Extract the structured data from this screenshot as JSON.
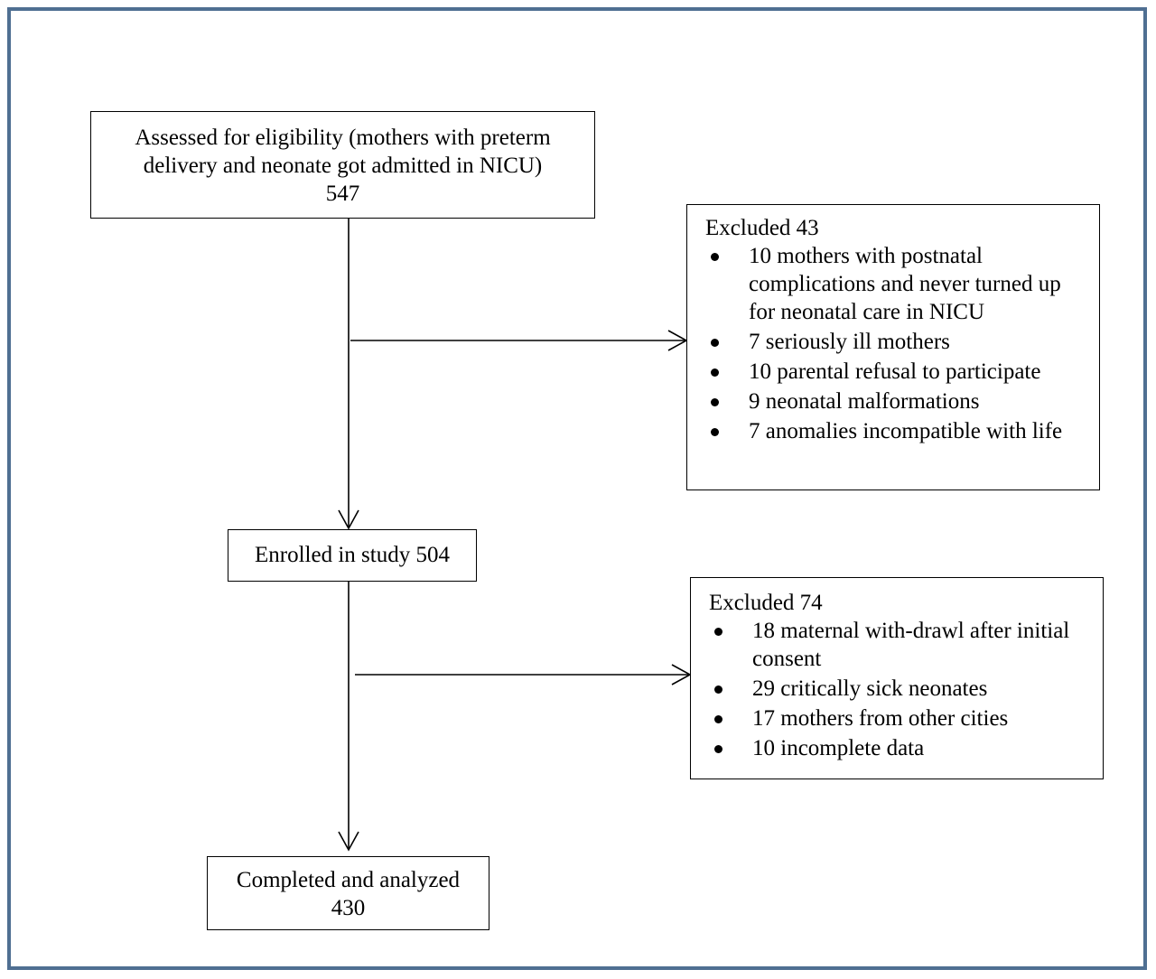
{
  "flowchart": {
    "assessed": {
      "lines": [
        "Assessed for eligibility (mothers with preterm",
        "delivery and neonate got admitted in NICU)",
        "547"
      ]
    },
    "excluded1": {
      "title": "Excluded 43",
      "items": [
        "10 mothers with postnatal complications and never turned up for neonatal care in NICU",
        "7 seriously ill mothers",
        "10 parental refusal to participate",
        "9 neonatal malformations",
        "7 anomalies incompatible with life"
      ]
    },
    "enrolled": {
      "label": "Enrolled in study 504"
    },
    "excluded2": {
      "title": "Excluded 74",
      "items": [
        "18 maternal with-drawl after initial consent",
        "29 critically sick neonates",
        "17 mothers from other cities",
        "10 incomplete data"
      ]
    },
    "completed": {
      "lines": [
        "Completed and analyzed",
        "430"
      ]
    }
  },
  "colors": {
    "frame_border": "#4f6f92",
    "stroke": "#000000"
  }
}
